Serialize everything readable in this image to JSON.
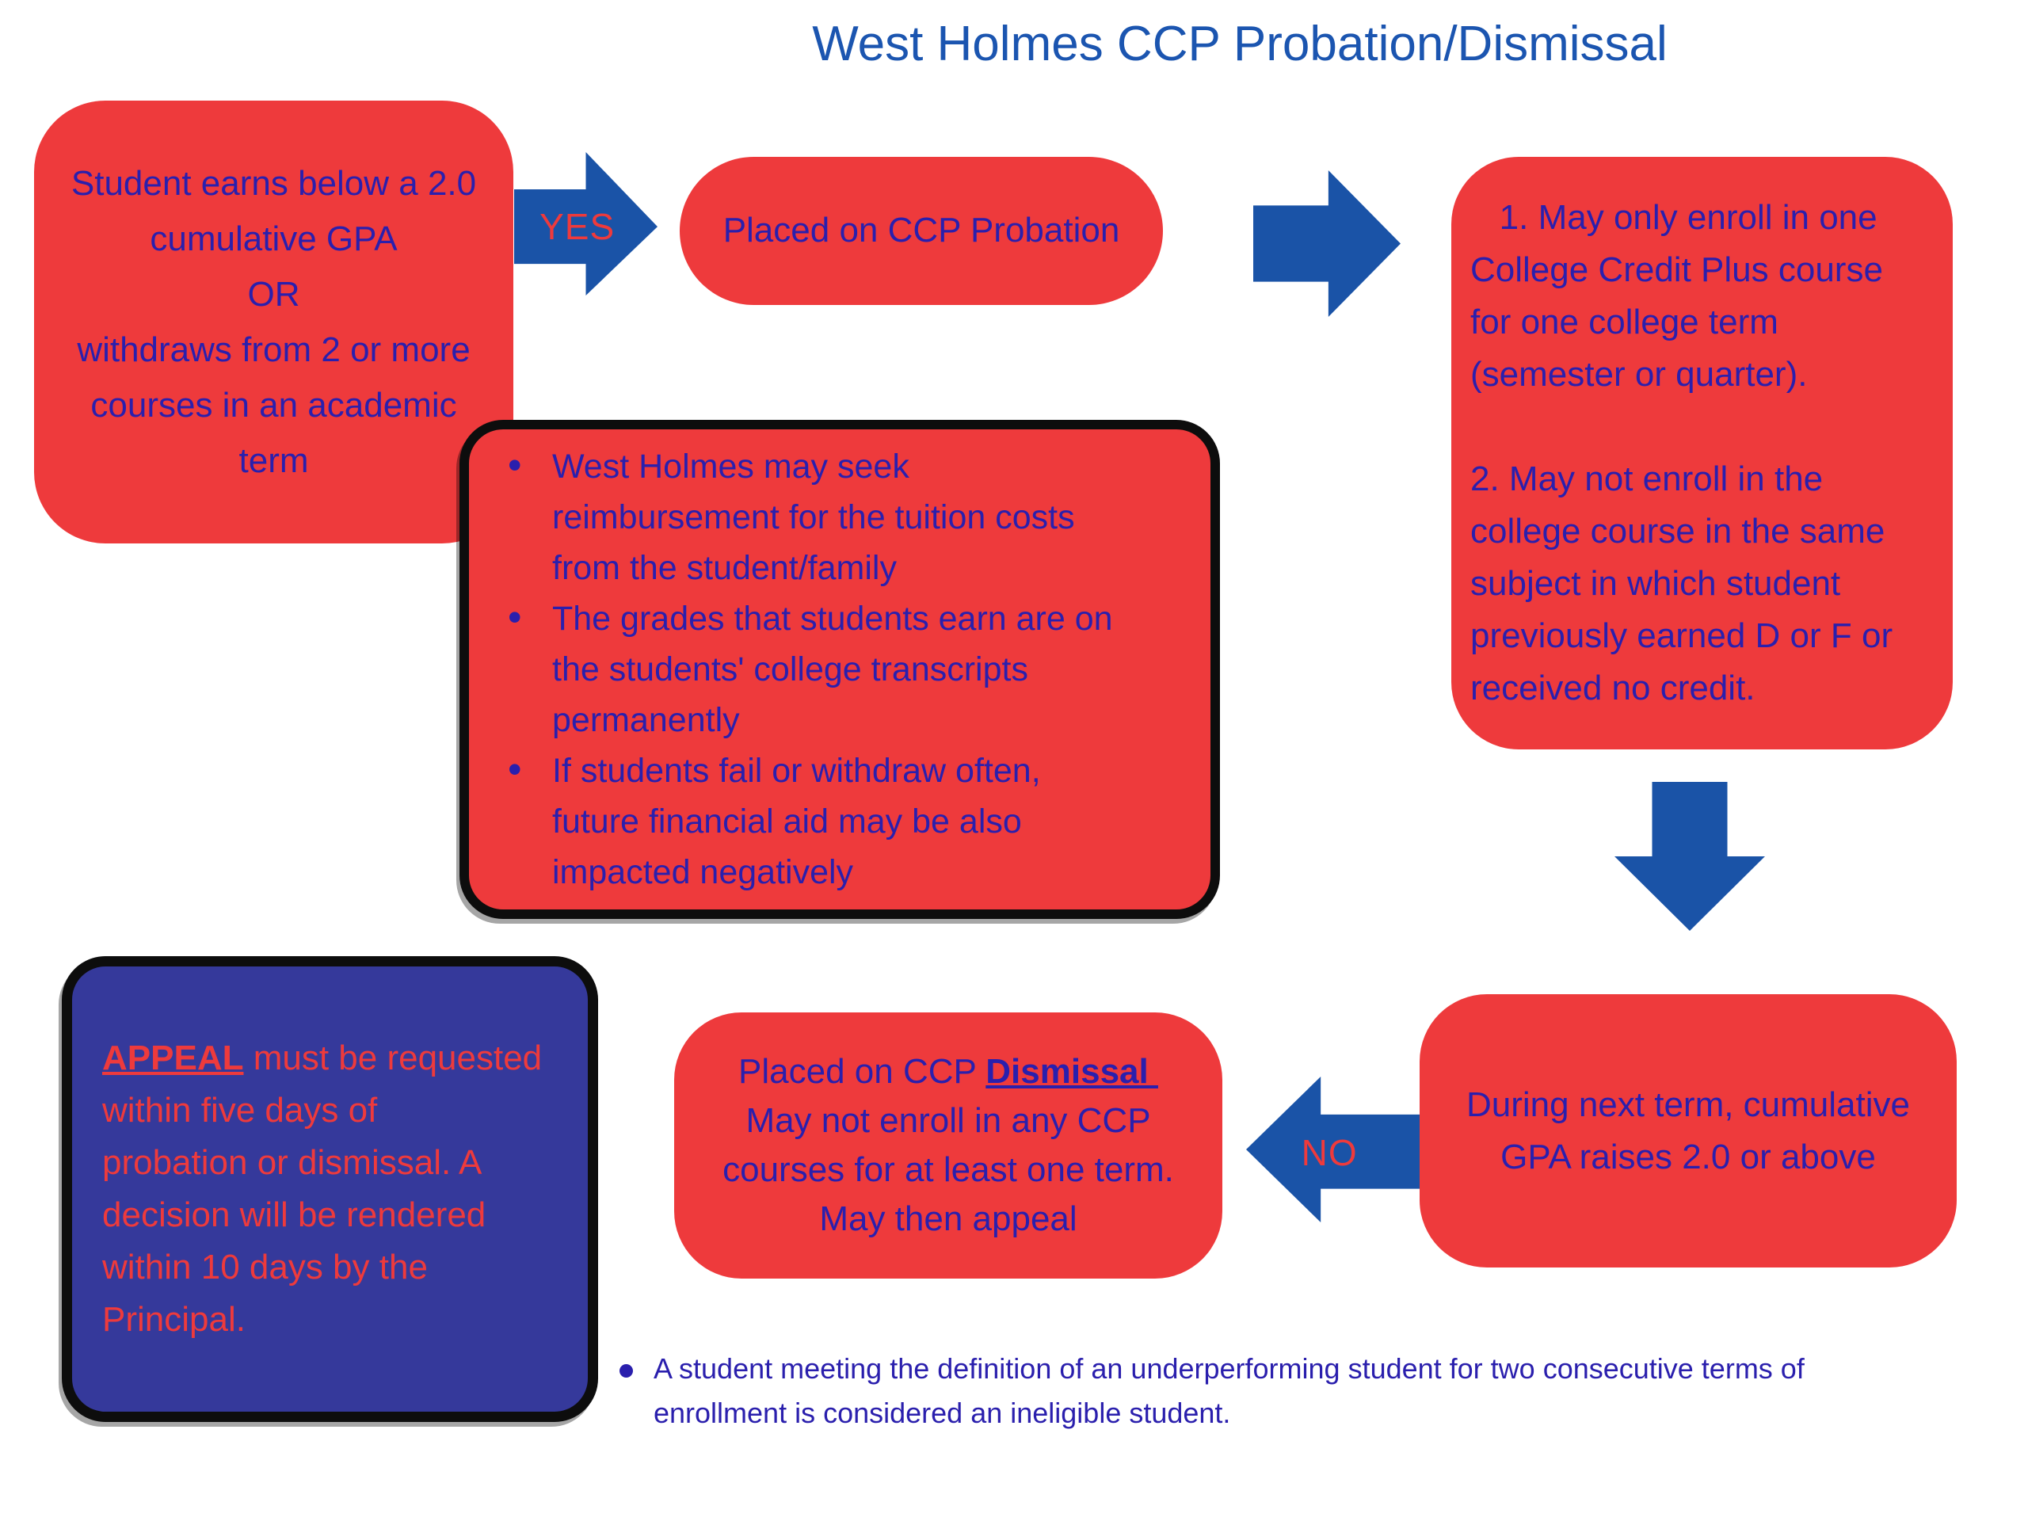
{
  "title": "West Holmes CCP Probation/Dismissal",
  "colors": {
    "box_red": "#ee3a3c",
    "arrow_blue": "#1a53a7",
    "title_blue": "#1b55b0",
    "body_text_blue": "#2a1fad",
    "appeal_box_navy": "#35399b",
    "border_black": "#0d0d0d"
  },
  "boxes": {
    "condition": {
      "lines": [
        "Student earns below a 2.0",
        "cumulative GPA",
        "OR",
        "withdraws from 2 or more",
        "courses in an academic",
        "term"
      ]
    },
    "probation": {
      "label": "Placed on CCP Probation"
    },
    "restrictions": {
      "lines": [
        "   1. May only enroll in one",
        "College Credit Plus course",
        "for one college term",
        "(semester or quarter).",
        "",
        "2. May not enroll in the",
        "college course in the same",
        "subject in which student",
        "previously earned D or F or",
        "received no credit."
      ]
    },
    "consequences": {
      "bullets": [
        [
          "West Holmes may seek",
          "reimbursement for the tuition costs",
          "from the student/family"
        ],
        [
          "The grades that students earn are on",
          "the students' college transcripts",
          "permanently"
        ],
        [
          "If students fail or withdraw often,",
          "future financial aid may be also",
          "impacted negatively"
        ]
      ]
    },
    "gpa_check": {
      "lines": [
        "During next term, cumulative",
        "GPA raises 2.0 or above"
      ]
    },
    "dismissal": {
      "line1_prefix": "Placed on CCP ",
      "line1_underlined": "Dismissal ",
      "lines_rest": [
        "May not enroll in any CCP",
        "courses for at least one term.",
        "May then appeal"
      ]
    },
    "appeal": {
      "keyword": "APPEAL",
      "line1_rest": " must be requested",
      "lines_rest": [
        "within five days of",
        "probation or dismissal. A",
        "decision will be rendered",
        "within 10 days by the",
        "Principal."
      ]
    }
  },
  "arrows": {
    "yes_label": "YES",
    "no_label": "NO"
  },
  "footnote": {
    "lines": [
      "A student meeting the definition of an underperforming student for two consecutive terms of",
      "enrollment is considered an ineligible student."
    ]
  }
}
